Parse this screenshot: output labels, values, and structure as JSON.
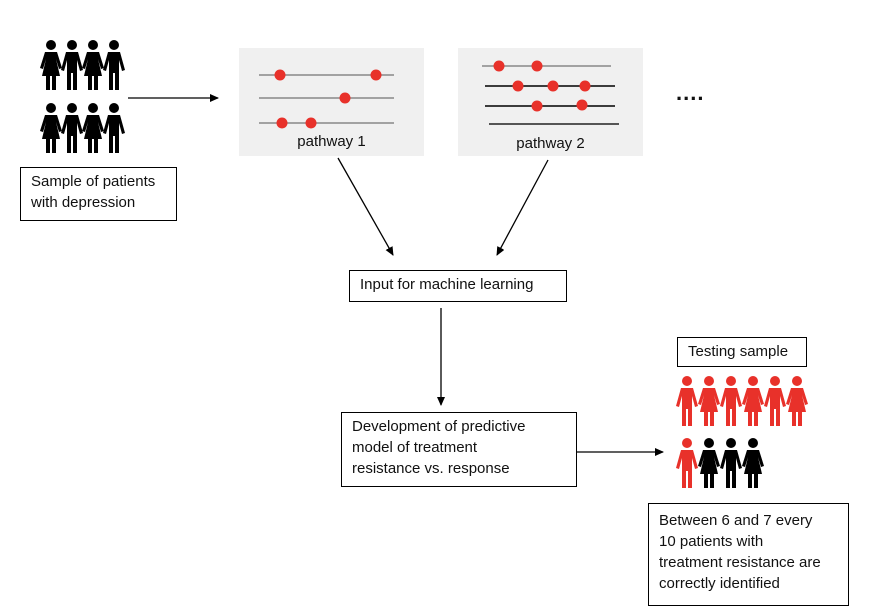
{
  "title": "Machine learning pathway to predict treatment resistance in depression",
  "sample_box": {
    "lines": [
      "Sample of patients",
      "with depression"
    ]
  },
  "pathways": [
    {
      "label": "pathway 1"
    },
    {
      "label": "pathway 2"
    }
  ],
  "more_indicator": "....",
  "ml_input_box": {
    "text": "Input for machine learning"
  },
  "model_box": {
    "lines": [
      "Development of predictive",
      "model of treatment",
      "resistance vs. response"
    ]
  },
  "testing_box": {
    "text": "Testing sample"
  },
  "result_box": {
    "lines": [
      "Between 6 and 7 every",
      "10 patients with",
      "treatment resistance are",
      "correctly identified"
    ]
  },
  "testing_sample": {
    "total": 10,
    "identified_red": 7,
    "black": 3
  },
  "colors": {
    "accent_red": "#e8312a",
    "panel_bg": "#f0f0f0",
    "line": "#000000"
  },
  "icons": {
    "person": "person-icon",
    "arrow": "arrow-icon"
  }
}
